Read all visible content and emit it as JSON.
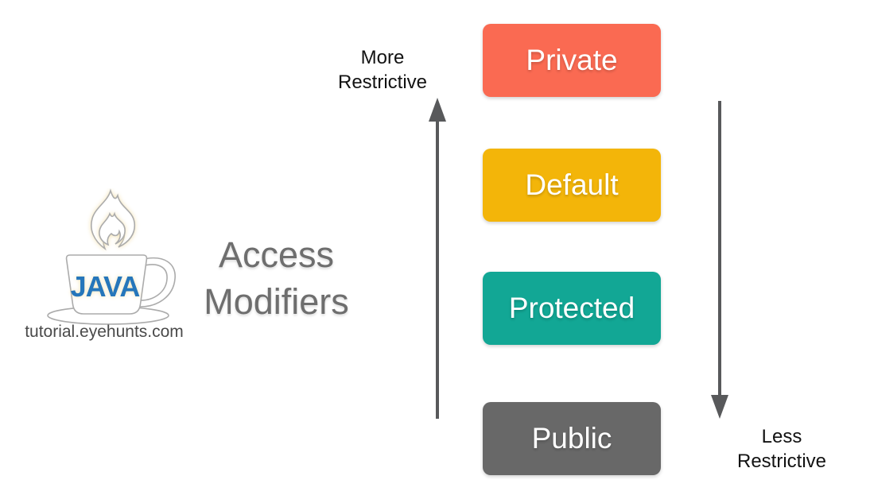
{
  "canvas": {
    "background": "#ffffff"
  },
  "logo": {
    "java_text": "JAVA",
    "java_color": "#2576bb",
    "outline_color": "#ababab",
    "glow_color": "#f3e2b3",
    "caption": "tutorial.eyehunts.com",
    "caption_color": "#4a4a4a"
  },
  "title": {
    "line1": "Access",
    "line2": "Modifiers",
    "color": "#6e6e6e"
  },
  "scale": {
    "more": {
      "line1": "More",
      "line2": "Restrictive"
    },
    "less": {
      "line1": "Less",
      "line2": "Restrictive"
    },
    "label_color": "#121212",
    "arrow_color": "#58595b"
  },
  "modifiers": [
    {
      "label": "Private",
      "color": "#fa6a52"
    },
    {
      "label": "Default",
      "color": "#f3b509"
    },
    {
      "label": "Protected",
      "color": "#12a795"
    },
    {
      "label": "Public",
      "color": "#686868"
    }
  ]
}
